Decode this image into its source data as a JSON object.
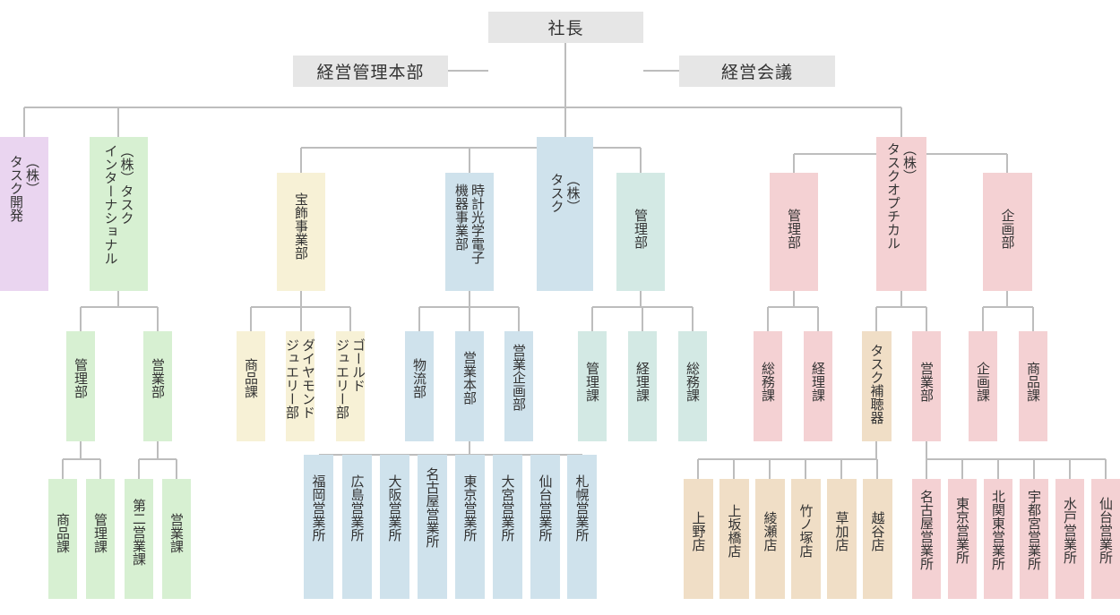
{
  "nodes": {
    "president": "社長",
    "management_hq": "経営管理本部",
    "mgmt_council": "経営会議",
    "task_kaihatsu": "（株）\nタスク開発",
    "task_international": "（株）タスク\nインターナショナル",
    "tin_kanri": "管理部",
    "tin_eigyo": "営業部",
    "tin_shohin": "商品課",
    "tin_kanri_ka": "管理課",
    "tin_dai2": "第二営業課",
    "tin_eigyo_ka": "営業課",
    "houshoku": "宝飾事業部",
    "h_shohin": "商品課",
    "h_diamond": "ダイヤモンド\nジュエリー部",
    "h_gold": "ゴールド\nジュエリー部",
    "tokei": "時計光学電子\n機器事業部",
    "t_butsuryu": "物流部",
    "t_eigyo_honbu": "営業本部",
    "t_eigyo_kikaku": "営業企画部",
    "br_fukuoka": "福岡営業所",
    "br_hiroshima": "広島営業所",
    "br_osaka": "大阪営業所",
    "br_nagoya": "名古屋営業所",
    "br_tokyo": "東京営業所",
    "br_omiya": "大宮営業所",
    "br_sendai": "仙台営業所",
    "br_sapporo": "札幌営業所",
    "task": "（株）\nタスク",
    "task_kanri": "管理部",
    "tk_kanri": "管理課",
    "tk_keiri": "経理課",
    "tk_somu": "総務課",
    "task_optical": "（株）\nタスクオプチカル",
    "to_kanri": "管理部",
    "to_somu": "総務課",
    "to_keiri": "経理課",
    "to_hochoki": "タスク補聴器",
    "to_eigyo": "営業部",
    "st_ueno": "上野店",
    "st_uesaka": "上坂橋店",
    "st_ayase": "綾瀬店",
    "st_takenotsuka": "竹ノ塚店",
    "st_soka": "草加店",
    "st_koshigaya": "越谷店",
    "ob_nagoya": "名古屋営業所",
    "ob_tokyo": "東京営業所",
    "ob_kitakanto": "北関東営業所",
    "ob_utsunomiya": "宇都宮営業所",
    "ob_mito": "水戸営業所",
    "ob_sendai": "仙台営業所",
    "kikaku": "企画部",
    "kk_kikaku": "企画課",
    "kk_shohin": "商品課"
  },
  "colors": {
    "connector": "#bdbdbd",
    "gray": "#e6e6e6",
    "purple": "#ead5f0",
    "green": "#d7f0d2",
    "yellow": "#f7f1d6",
    "blue": "#cfe2ec",
    "teal": "#d3e9e4",
    "pink": "#f4d1d3",
    "orange": "#f0dec6"
  }
}
